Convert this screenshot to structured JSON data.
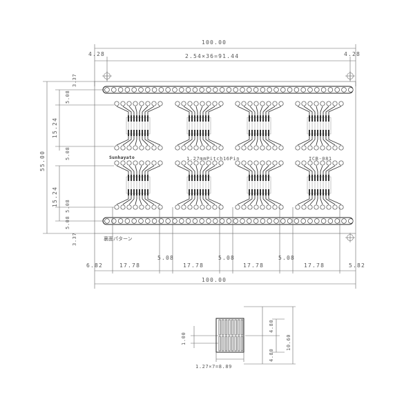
{
  "top": {
    "overall_width": "100.00",
    "left_margin": "4.28",
    "right_margin": "4.28",
    "pitch_span": "2.54×36=91.44"
  },
  "left": {
    "edge_offset": "3.37",
    "row_top": "5.08",
    "section_upper": "15.24",
    "row_mid_upper": "5.08",
    "overall_height": "55.00",
    "row_mid_lower": "5.08",
    "section_lower": "15.24",
    "row_bottom": "5.08",
    "edge_offset_bottom": "3.37"
  },
  "board_labels": {
    "brand": "Sunhayato",
    "title": "1.27mmPitch16Pin",
    "model": "ICB-081",
    "pattern_note": "裏面パターン"
  },
  "bottom": {
    "segments": [
      "6.82",
      "17.78",
      "5.08",
      "17.78",
      "5.08",
      "17.78",
      "5.08",
      "17.78",
      "5.82"
    ],
    "overall_width": "100.00"
  },
  "detail": {
    "pad_length": "1.00",
    "outer_height": "4.80",
    "inner_height": "4.80",
    "total_height": "10.60",
    "pitch": "1.27×7=8.89"
  }
}
